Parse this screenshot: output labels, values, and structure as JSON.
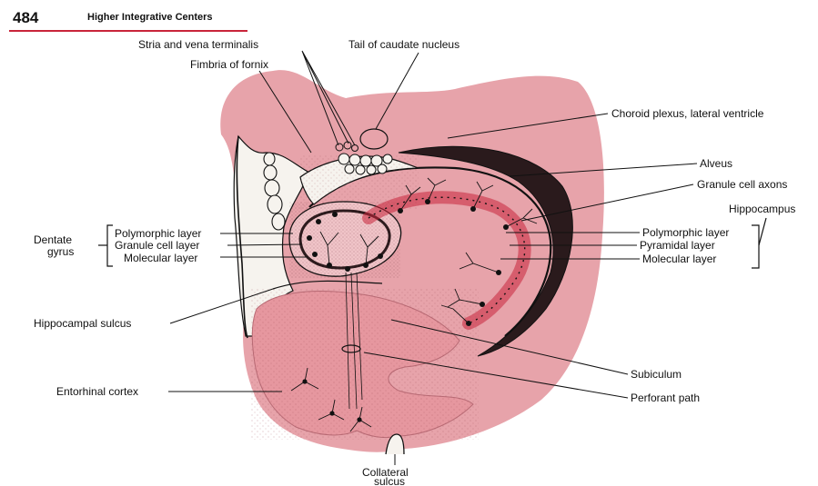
{
  "header": {
    "page_number": "484",
    "running_title": "Higher Integrative Centers"
  },
  "colors": {
    "tissue_pink": "#e7a3aa",
    "light_pink": "#f0c4c8",
    "accent_red": "#c9243a",
    "ink": "#111111",
    "ventricle": "#f6f3ee"
  },
  "labels": {
    "stria_vena_terminalis": "Stria and vena terminalis",
    "tail_caudate": "Tail of caudate nucleus",
    "fimbria": "Fimbria of fornix",
    "choroid_plexus": "Choroid plexus, lateral ventricle",
    "alveus": "Alveus",
    "granule_cell_axons": "Granule cell axons",
    "hippocampus": "Hippocampus",
    "dentate_gyrus_line1": "Dentate",
    "dentate_gyrus_line2": "gyrus",
    "dg_polymorphic": "Polymorphic layer",
    "dg_granule": "Granule cell layer",
    "dg_molecular": "Molecular layer",
    "hc_polymorphic": "Polymorphic layer",
    "hc_pyramidal": "Pyramidal layer",
    "hc_molecular": "Molecular layer",
    "hippocampal_sulcus": "Hippocampal sulcus",
    "subiculum": "Subiculum",
    "entorhinal_cortex": "Entorhinal cortex",
    "perforant_path": "Perforant path",
    "collateral_sulcus_line1": "Collateral",
    "collateral_sulcus_line2": "sulcus"
  }
}
